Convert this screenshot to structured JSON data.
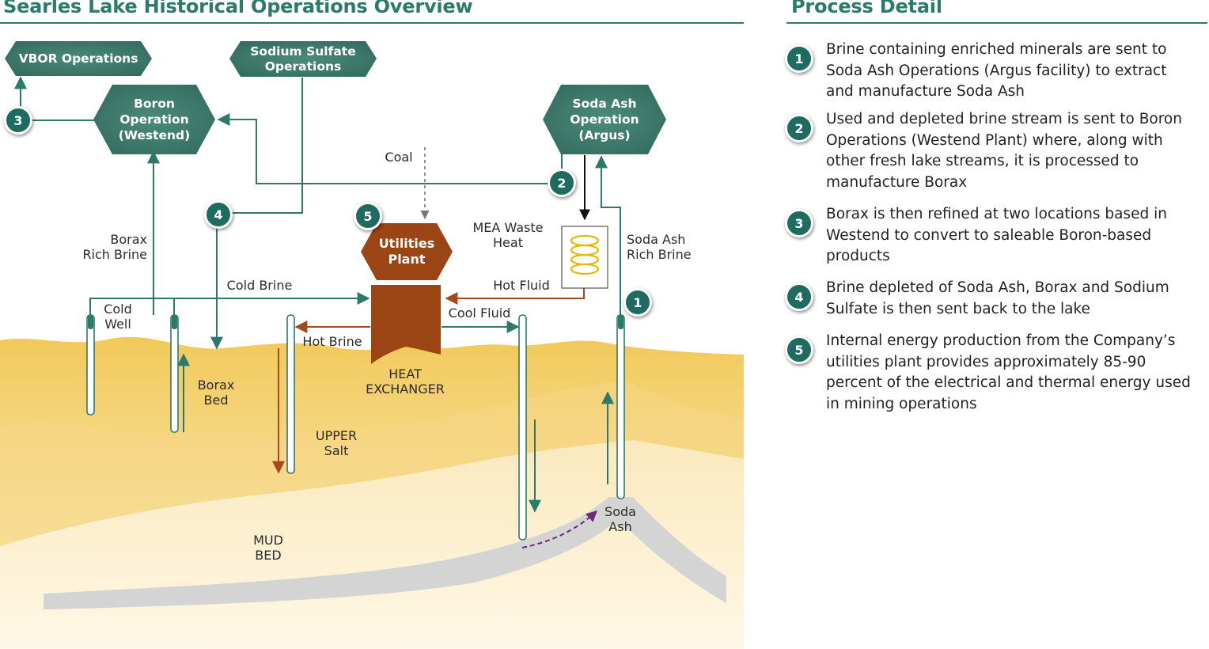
{
  "left_title": "Searles Lake Historical Operations Overview",
  "right_title": "Process Detail",
  "colors": {
    "teal": "#2b7a6c",
    "teal_dark": "#1e6b60",
    "hex_fill": "#3f7c6e",
    "utilities_brown": "#9a4513",
    "flow_brown": "#a4491c",
    "sand": "#f3d27a",
    "sediment_gray": "#d6d6d6"
  },
  "nodes": {
    "vbor": "VBOR Operations",
    "sodium_sulfate": "Sodium Sulfate\nOperations",
    "boron": "Boron\nOperation\n(Westend)",
    "soda_ash_op": "Soda Ash\nOperation\n(Argus)",
    "utilities": "Utilities\nPlant"
  },
  "labels": {
    "coal": "Coal",
    "mea_waste_heat": "MEA Waste\nHeat",
    "soda_ash_rich_brine": "Soda Ash\nRich Brine",
    "borax_rich_brine": "Borax\nRich Brine",
    "cold_brine": "Cold Brine",
    "hot_fluid": "Hot Fluid",
    "cool_fluid": "Cool Fluid",
    "hot_brine": "Hot Brine",
    "cold_well": "Cold\nWell",
    "borax_bed": "Borax\nBed",
    "heat_exchanger": "HEAT\nEXCHANGER",
    "upper_salt": "UPPER\nSalt",
    "mud_bed": "MUD\nBED",
    "soda_ash_layer": "Soda\nAsh"
  },
  "markers": {
    "m1": "1",
    "m2": "2",
    "m3": "3",
    "m4": "4",
    "m5": "5"
  },
  "details": [
    {
      "num": "1",
      "text": "Brine containing enriched minerals are sent to Soda Ash Operations (Argus facility) to extract and manufacture Soda Ash"
    },
    {
      "num": "2",
      "text": "Used and depleted brine stream is sent to Boron Operations (Westend Plant) where, along with other fresh lake streams, it is processed to manufacture Borax"
    },
    {
      "num": "3",
      "text": "Borax is then refined at two locations based in Westend to convert to saleable Boron-based products"
    },
    {
      "num": "4",
      "text": "Brine depleted of Soda Ash, Borax and Sodium Sulfate is then sent back to the lake"
    },
    {
      "num": "5",
      "text": "Internal energy production from the Company’s utilities plant provides approximately 85-90 percent of the electrical and thermal energy used in mining operations"
    }
  ]
}
